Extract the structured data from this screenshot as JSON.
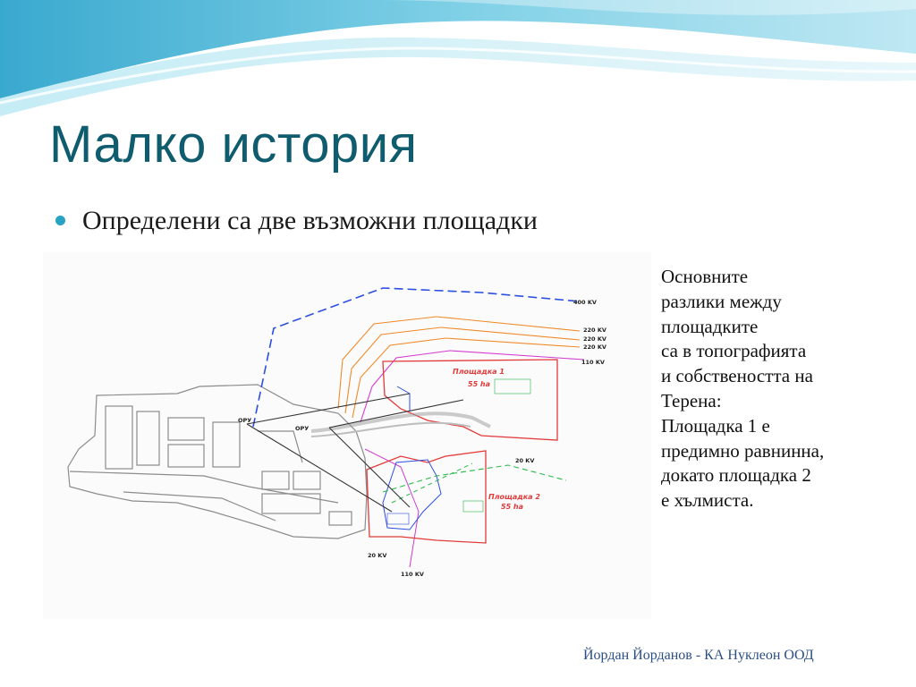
{
  "slide": {
    "title": "Малко история",
    "bullet": "Определени са две възможни площадки",
    "side_text": [
      "Основните",
      "разлики между",
      "площадките",
      "са в топографията",
      "и собствеността на",
      "Терена:",
      "Площадка 1 е",
      "предимно равнинна,",
      "докато площадка 2",
      "е хълмиста."
    ],
    "footer": "Йордан Йорданов - КА Нуклеон ООД"
  },
  "map": {
    "voltage_labels": [
      "400 KV",
      "220 KV",
      "220 KV",
      "220 KV",
      "110 KV",
      "20 KV",
      "20 KV",
      "110 KV"
    ],
    "site1": {
      "name": "Площадка 1",
      "area": "55 ha"
    },
    "site2": {
      "name": "Площадка 2",
      "area": "55 ha"
    },
    "ors": [
      "ОРУ",
      "ОРУ"
    ],
    "colors": {
      "title": "#0f5c6e",
      "accent": "#27a3c3",
      "site_outline": "#e23a3a",
      "line_400kv": "#2b4fe0",
      "line_220kv": "#f08a2a",
      "line_magenta": "#d23ad2",
      "line_green": "#2ab84a"
    }
  }
}
